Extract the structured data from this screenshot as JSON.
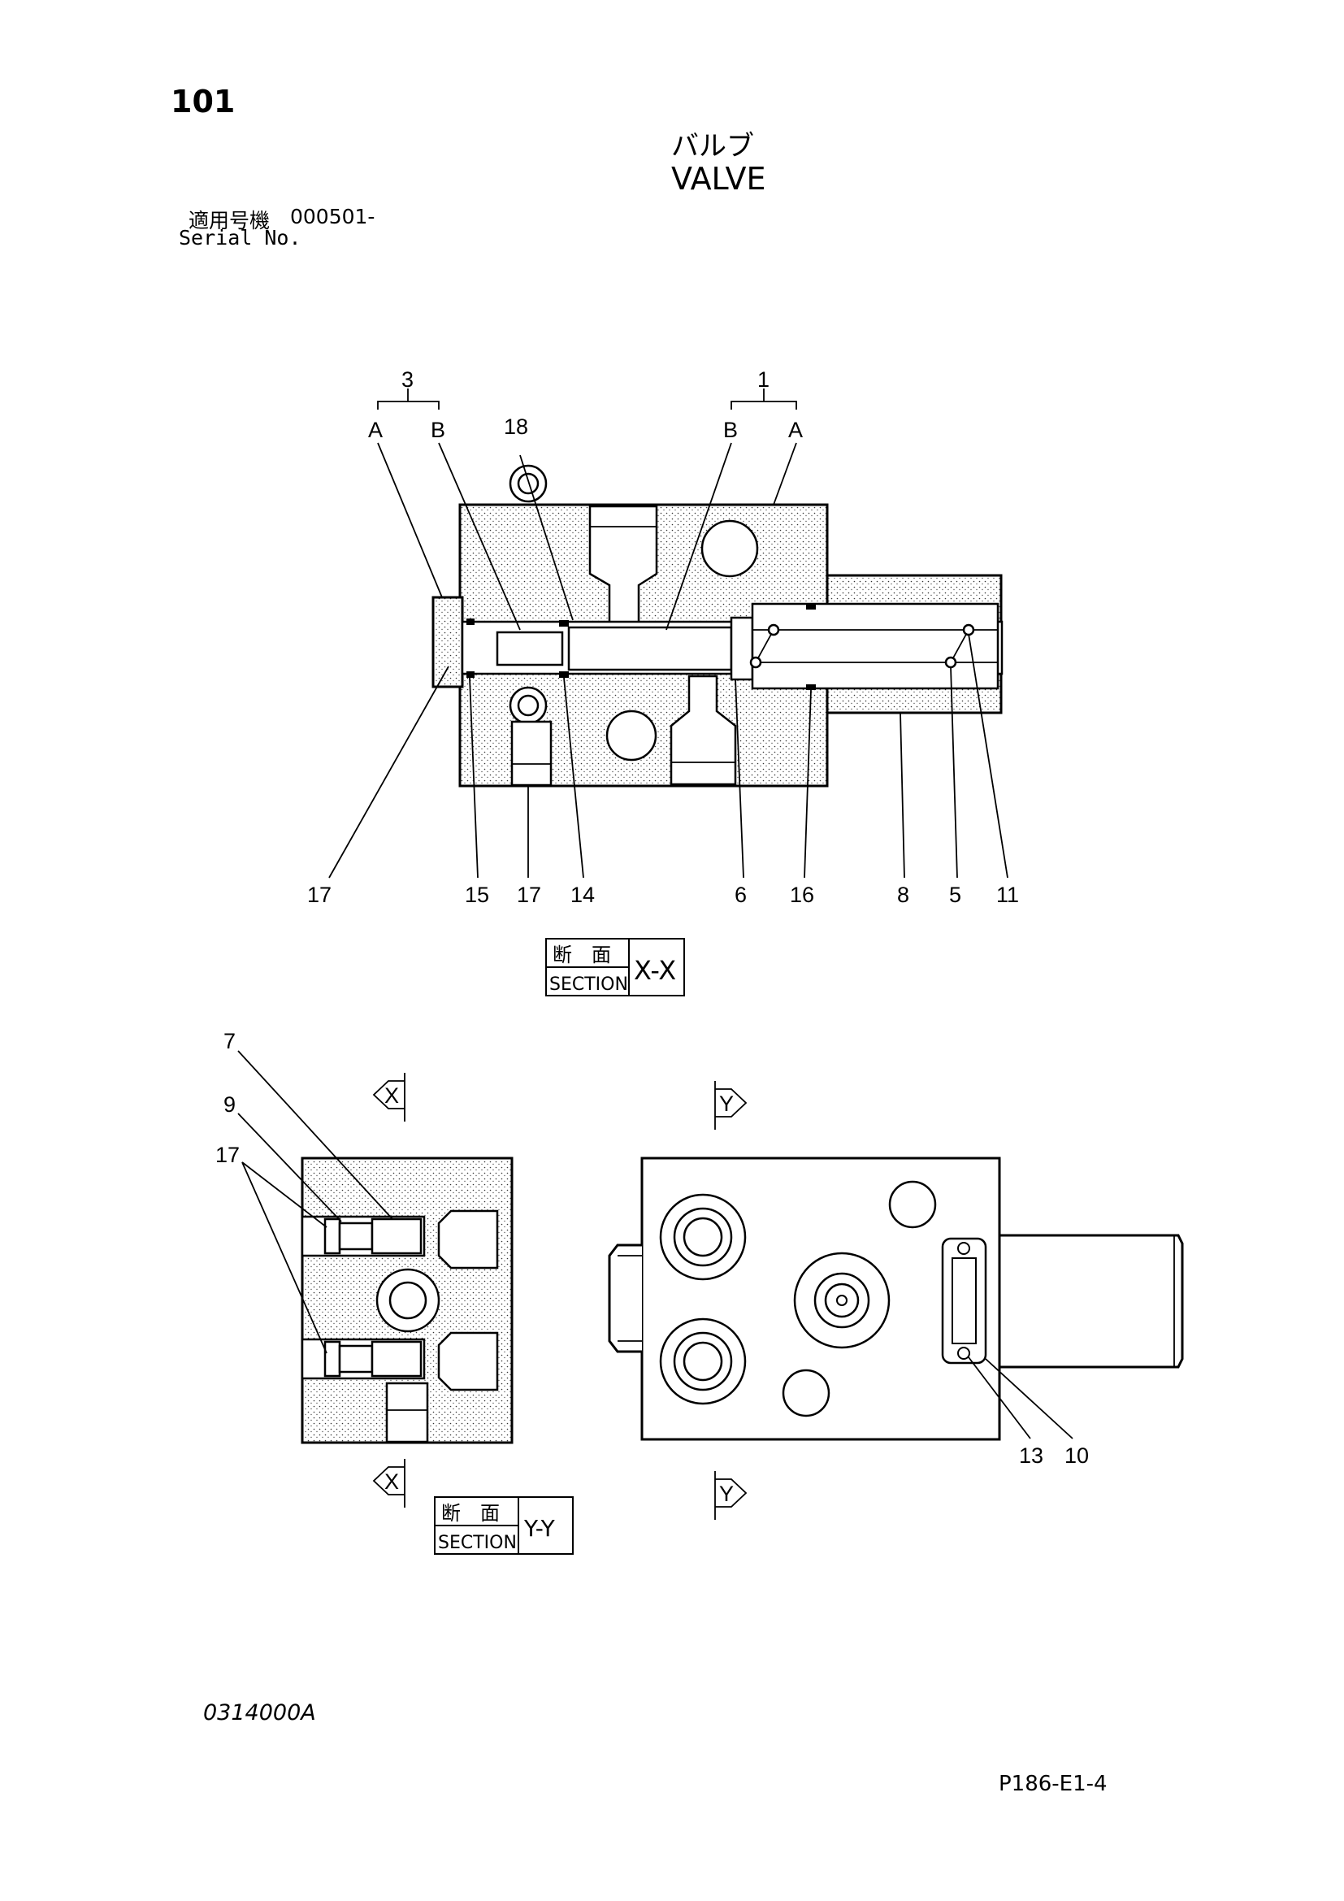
{
  "header": {
    "page_number": "101",
    "title_jp": "バルブ",
    "title_en": "VALVE",
    "serial_label_jp": "適用号機",
    "serial_value": "000501-",
    "serial_label_en": "Serial No."
  },
  "section_xx": {
    "box_jp": "断　面",
    "box_en": "SECTION",
    "box_id": "X-X",
    "group_3": "3",
    "group_1": "1",
    "callouts_top": [
      "A",
      "B",
      "18",
      "B",
      "A"
    ],
    "callouts_bottom": [
      "17",
      "15",
      "17",
      "14",
      "6",
      "16",
      "8",
      "5",
      "11"
    ]
  },
  "section_yy": {
    "box_jp": "断　面",
    "box_en": "SECTION",
    "box_id": "Y-Y",
    "callouts": [
      "7",
      "9",
      "17"
    ],
    "arrow_x": "X"
  },
  "view_y": {
    "arrow_y": "Y",
    "callouts": [
      "13",
      "10"
    ]
  },
  "footer": {
    "drawing_code": "0314000A",
    "page_ref": "P186-E1-4"
  }
}
